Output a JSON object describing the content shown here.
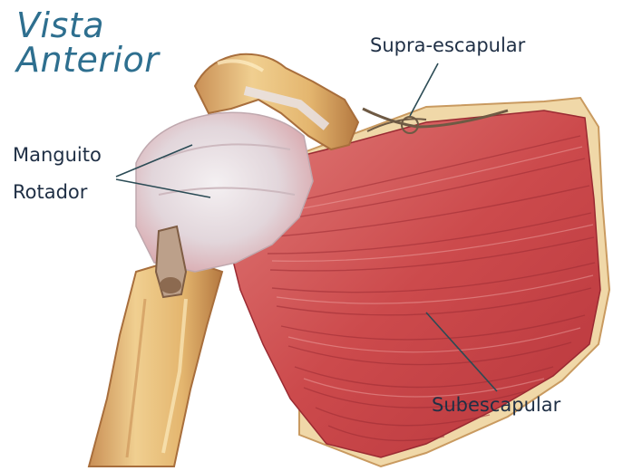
{
  "title": {
    "line1": "Vista",
    "line2": "Anterior"
  },
  "labels": {
    "supra": "Supra-escapular",
    "manguito_line1": "Manguito",
    "manguito_line2": "Rotador",
    "subescapular": "Subescapular"
  },
  "colors": {
    "title": "#2e6f8f",
    "label_text": "#1f2f45",
    "bone": "#e6c07a",
    "bone_dark": "#b8824a",
    "muscle": "#c8454a",
    "muscle_dark": "#9a2a32",
    "tendon": "#e9e3e6",
    "leader_line": "#2b4b55"
  }
}
